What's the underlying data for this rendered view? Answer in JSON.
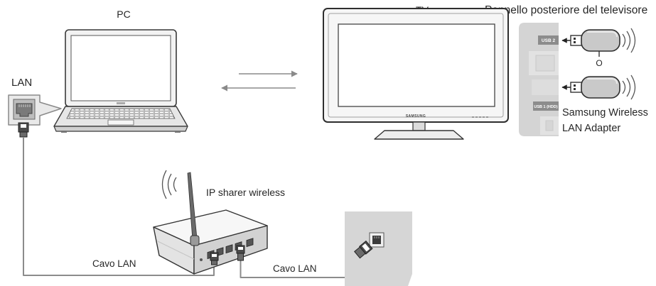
{
  "labels": {
    "pc": "PC",
    "tv": "TV",
    "tv_back_panel": "Pannello posteriore del televisore",
    "lan": "LAN",
    "usb2_port": "USB 2",
    "usb1_port": "USB 1 (HDD)",
    "or": "O",
    "adapter_line1": "Samsung Wireless",
    "adapter_line2": "LAN Adapter",
    "ip_sharer": "IP sharer wireless",
    "cable_pc_router": "Cavo LAN",
    "cable_router_wall": "Cavo LAN",
    "tv_brand": "SAMSUNG"
  },
  "icons": {
    "adapter_signal": "wireless-signal-icon",
    "router_signal": "wireless-signal-icon",
    "data_flow": "arrow-right-icon / arrow-left-icon"
  },
  "colors": {
    "cable": "#8c8c8c",
    "arrow": "#8a8a8a",
    "outline": "#2e2e2e",
    "panel": "#d4d4d4",
    "port_label_bg": "#8c8c8c",
    "wall": "#d6d6d6"
  }
}
